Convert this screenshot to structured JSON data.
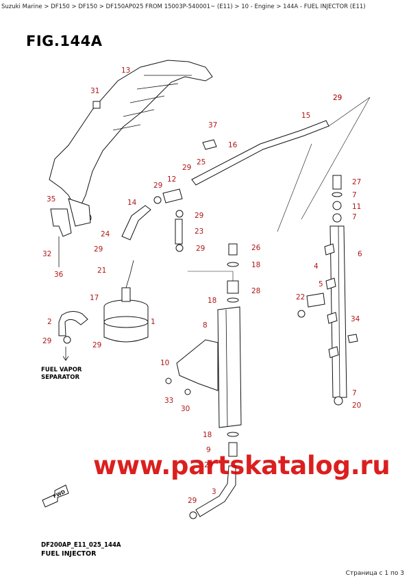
{
  "breadcrumb": "Suzuki Marine > DF150 > DF150 > DF150AP025 FROM 15003P-540001~ (E11) > 10 - Engine > 144A - FUEL INJECTOR (E11)",
  "figure": {
    "title": "FIG.144A",
    "code": "DF200AP_E11_025_144A",
    "subtitle": "FUEL INJECTOR"
  },
  "annotations": {
    "fuel_vapor_line1": "FUEL VAPOR",
    "fuel_vapor_line2": "SEPARATOR",
    "fwd": "FWD"
  },
  "watermark": "www.partskatalog.ru",
  "pagination": "Страница с 1 по 3",
  "colors": {
    "callout": "#b01616",
    "watermark": "#d60000",
    "line": "#111111"
  },
  "callouts": [
    "13",
    "31",
    "35",
    "32",
    "36",
    "14",
    "24",
    "29",
    "21",
    "17",
    "2",
    "29",
    "29",
    "1",
    "37",
    "16",
    "15",
    "29",
    "25",
    "29",
    "12",
    "29",
    "29",
    "23",
    "29",
    "26",
    "18",
    "28",
    "18",
    "8",
    "10",
    "33",
    "30",
    "29",
    "27",
    "7",
    "11",
    "7",
    "6",
    "4",
    "5",
    "22",
    "34",
    "7",
    "20",
    "18",
    "9",
    "29",
    "3",
    "29"
  ]
}
